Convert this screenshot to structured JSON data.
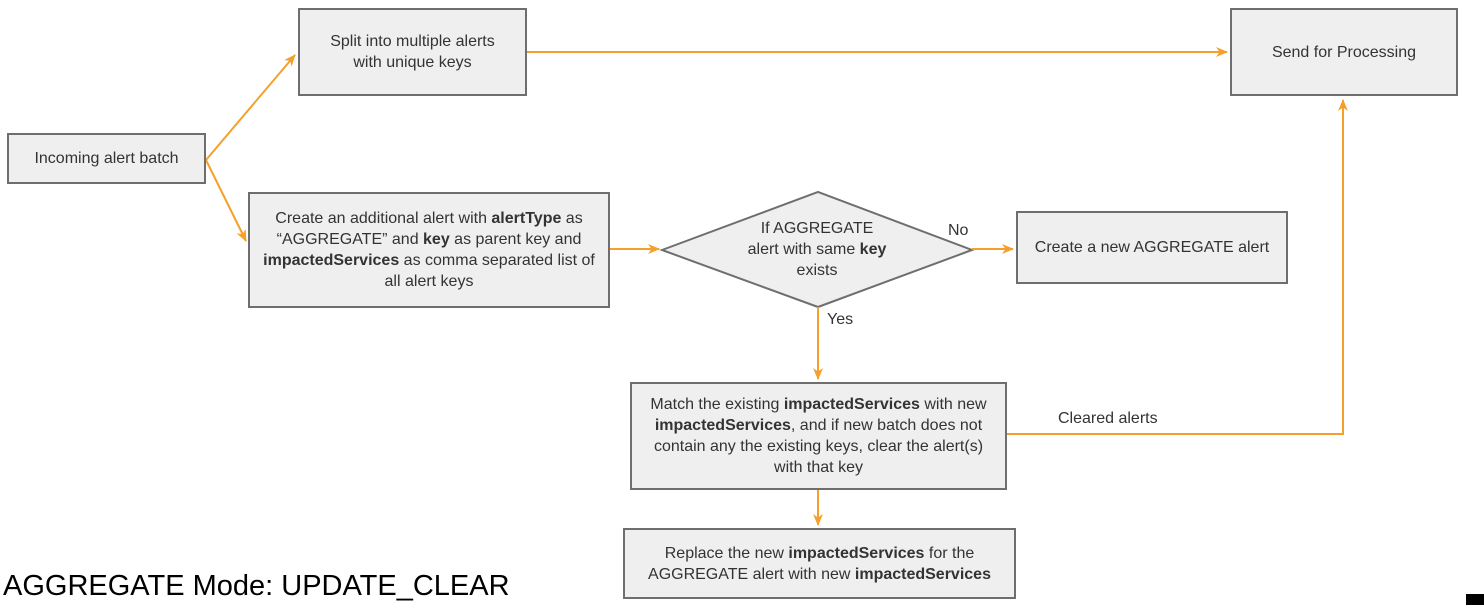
{
  "title": "AGGREGATE Mode: UPDATE_CLEAR",
  "colors": {
    "arrow": "#F5A02A",
    "node_fill": "#EFEFEF",
    "node_border": "#6E6E6E",
    "node_text": "#333333",
    "title_text": "#000000"
  },
  "nodes": {
    "incoming": {
      "label": "Incoming alert batch"
    },
    "split": {
      "label": "Split into multiple alerts with unique keys"
    },
    "send": {
      "label": "Send for Processing"
    },
    "create_additional": {
      "p1": "Create an additional alert with ",
      "b1": "alertType",
      "p2": " as “AGGREGATE” and ",
      "b2": "key",
      "p3": " as parent key and ",
      "b3": "impactedServices",
      "p4": " as comma separated list of all alert keys"
    },
    "decision": {
      "p1": "If AGGREGATE alert with same ",
      "b1": "key",
      "p2": " exists"
    },
    "create_new": {
      "label": "Create a new AGGREGATE alert"
    },
    "match": {
      "p1": "Match the existing ",
      "b1": "impactedServices",
      "p2": " with new ",
      "b2": "impactedServices",
      "p3": ", and if new batch does not contain any the existing keys, clear the alert(s) with that key"
    },
    "replace": {
      "p1": "Replace the new ",
      "b1": "impactedServices",
      "p2": " for the AGGREGATE alert with new ",
      "b2": "impactedServices"
    }
  },
  "edge_labels": {
    "no": "No",
    "yes": "Yes",
    "cleared": "Cleared alerts"
  }
}
